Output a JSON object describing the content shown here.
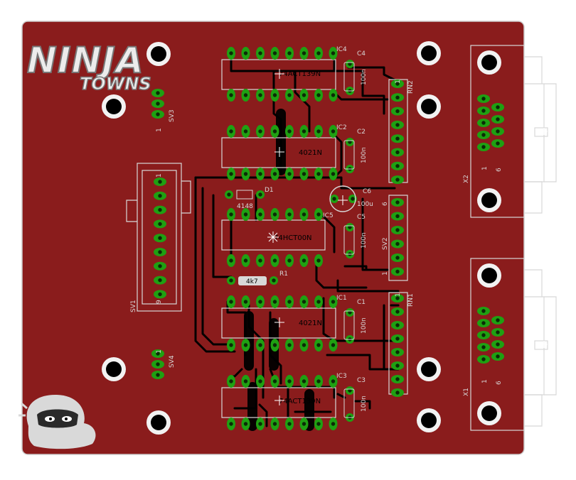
{
  "board": {
    "logo_top": "NINJA",
    "logo_bottom": "TOWNS",
    "colors": {
      "board": "#8a1c1c",
      "trace": "#000000",
      "pad": "#1fa012",
      "silk": "#d8d8d8"
    }
  },
  "chips": [
    {
      "ref": "IC4",
      "value": "74ACT139N"
    },
    {
      "ref": "IC2",
      "value": "4021N"
    },
    {
      "ref": "IC5",
      "value": "74HCT00N"
    },
    {
      "ref": "IC1",
      "value": "4021N"
    },
    {
      "ref": "IC3",
      "value": "74ACT139N"
    }
  ],
  "caps": [
    {
      "ref": "C4",
      "value": "100n"
    },
    {
      "ref": "C2",
      "value": "100n"
    },
    {
      "ref": "C6",
      "value": "100u"
    },
    {
      "ref": "C5",
      "value": "100n"
    },
    {
      "ref": "C1",
      "value": "100n"
    },
    {
      "ref": "C3",
      "value": "100n"
    }
  ],
  "parts": {
    "d1_ref": "D1",
    "d1_value": "4148",
    "r1_ref": "R1",
    "r1_value": "4k7",
    "rn1": "RN1",
    "rn2": "RN2",
    "sv1": "SV1",
    "sv2": "SV2",
    "sv3": "SV3",
    "sv4": "SV4",
    "x1": "X1",
    "x2": "X2",
    "pin1": "1",
    "pin6": "6",
    "pin9": "9"
  }
}
